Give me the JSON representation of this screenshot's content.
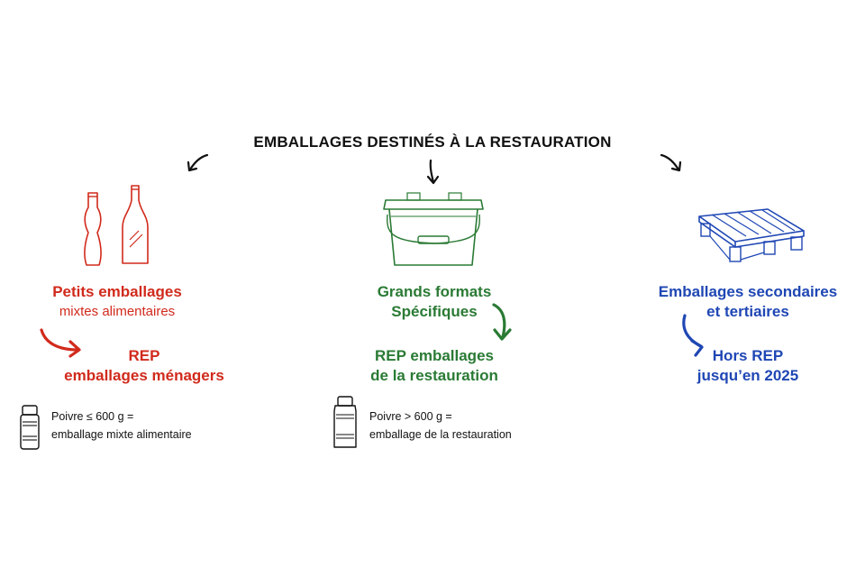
{
  "title": "EMBALLAGES DESTINÉS À LA RESTAURATION",
  "colors": {
    "red": "#d12a1c",
    "green": "#2a7a34",
    "blue": "#1f47b4",
    "black": "#111111"
  },
  "columns": {
    "left": {
      "icon": "bottles-icon",
      "heading_line1": "Petits emballages",
      "heading_line2": "mixtes alimentaires",
      "result_line1": "REP",
      "result_line2": "emballages ménagers",
      "note_icon": "pepper-jar-icon",
      "note_line1": "Poivre ≤ 600 g =",
      "note_line2": "emballage mixte alimentaire"
    },
    "center": {
      "icon": "bucket-icon",
      "heading_line1": "Grands formats",
      "heading_line2": "Spécifiques",
      "result_line1": "REP emballages",
      "result_line2": "de la restauration",
      "note_icon": "large-pepper-jar-icon",
      "note_line1": "Poivre > 600 g =",
      "note_line2": "emballage de la restauration"
    },
    "right": {
      "icon": "pallet-icon",
      "heading_line1": "Emballages secondaires",
      "heading_line2": "et tertiaires",
      "result_line1": "Hors REP",
      "result_line2": "jusqu’en 2025"
    }
  }
}
